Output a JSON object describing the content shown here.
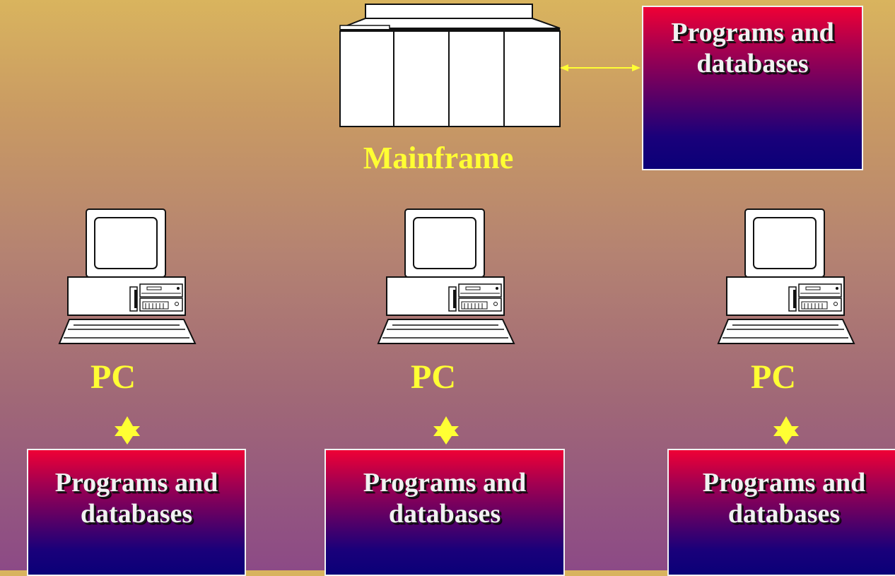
{
  "mainframe": {
    "label": "Mainframe",
    "storage_label": "Programs and\ndatabases"
  },
  "pcs": [
    {
      "label": "PC",
      "storage_label": "Programs and\ndatabases"
    },
    {
      "label": "PC",
      "storage_label": "Programs and\ndatabases"
    },
    {
      "label": "PC",
      "storage_label": "Programs and\ndatabases"
    }
  ],
  "colors": {
    "label_text": "#ffff33",
    "connector": "#ffff33",
    "box_top": "#ef0035",
    "box_bottom": "#0a0078"
  },
  "icons": {
    "mainframe": "mainframe-icon",
    "pc": "desktop-pc-icon",
    "link": "double-arrow-icon"
  }
}
